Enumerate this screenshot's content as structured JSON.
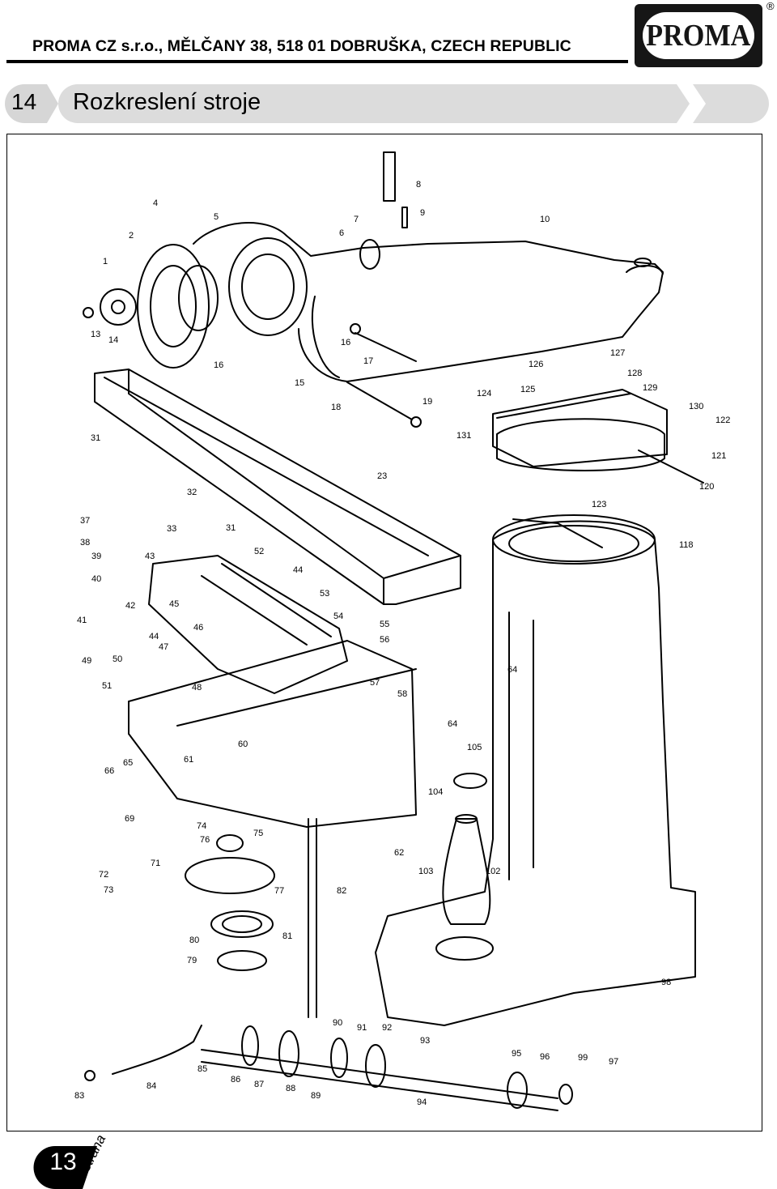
{
  "header": {
    "company_line": "PROMA CZ s.r.o., MĚLČANY 38, 518 01 DOBRUŠKA, CZECH REPUBLIC",
    "logo_text": "PROMA",
    "registered_mark": "®"
  },
  "section": {
    "number": "14",
    "title": "Rozkreslení stroje"
  },
  "drawing": {
    "part_labels": [
      "1",
      "2",
      "4",
      "5",
      "6",
      "7",
      "8",
      "9",
      "10",
      "13",
      "14",
      "15",
      "16",
      "16",
      "17",
      "18",
      "19",
      "23",
      "31",
      "31",
      "32",
      "33",
      "37",
      "38",
      "39",
      "40",
      "41",
      "42",
      "43",
      "44",
      "44",
      "45",
      "46",
      "47",
      "48",
      "49",
      "50",
      "51",
      "52",
      "53",
      "54",
      "55",
      "56",
      "57",
      "58",
      "60",
      "61",
      "62",
      "64",
      "64",
      "65",
      "66",
      "69",
      "71",
      "72",
      "73",
      "74",
      "75",
      "76",
      "77",
      "79",
      "80",
      "81",
      "82",
      "83",
      "84",
      "85",
      "86",
      "87",
      "88",
      "89",
      "90",
      "91",
      "92",
      "93",
      "94",
      "95",
      "96",
      "97",
      "98",
      "99",
      "102",
      "103",
      "104",
      "105",
      "118",
      "120",
      "121",
      "122",
      "123",
      "124",
      "125",
      "126",
      "127",
      "128",
      "129",
      "130",
      "131"
    ]
  },
  "footer": {
    "page_number": "13",
    "page_word": "strana"
  },
  "colors": {
    "ink": "#000000",
    "logo_bg": "#161616",
    "section_bar": "#dcdcdc"
  }
}
